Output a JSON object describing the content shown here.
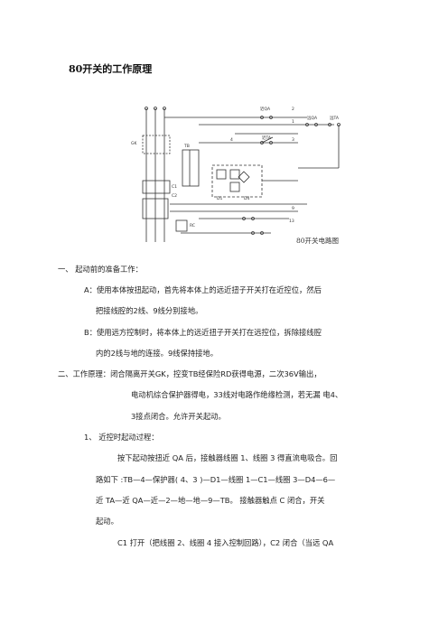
{
  "document": {
    "title": "80开关的工作原理",
    "diagram_caption": "80开关电路图",
    "diagram_labels": {
      "qa": "近QA",
      "ya": "远QA",
      "ta": "近TA",
      "ta2": "远TA",
      "gk": "GK",
      "tb": "TB",
      "rc": "RC",
      "n1": "1",
      "n2": "2",
      "n3": "3",
      "n4": "4",
      "n9": "9",
      "n13": "13",
      "c1": "C1",
      "c2": "C2",
      "d1": "D1",
      "d4": "D4"
    },
    "section1": {
      "heading": "一、 起动前的准备工作：",
      "a_line1": "A：使用本体按扭起动，首先将本体上的远近扭子开关打在近控位，然后",
      "a_line2": "把接线腔的2线、9线分别接地。",
      "b_line1": "B：使用远方控制时，将本体上的远近扭子开关打在远控位，拆除接线腔",
      "b_line2": "内的2线与地的连接。9线保持接地。"
    },
    "section2": {
      "line1": "二、工作原理：闭合隔离开关GK，控变TB经保险RD获得电源，二次36V输出，",
      "line2": "电动机综合保护器得电，33线对电路作绝缘检测，若无漏  电4、",
      "line3": "3接点闭合。允许开关起动。"
    },
    "sub1": {
      "heading": "1、 近控时起动过程：",
      "p_line1": "按下起动按扭近 QA 后，接触器线圈 1、线圈 3 得直流电吸合。回",
      "p_line2": "路如下 :TB—4—保护器( 4、3 )—D1—线圈 1—C1—线圈 3—D4—6—",
      "p_line3": "近 TA—近 QA—近—2—地—地—9—TB。 接触器触点 C 闭合，开关",
      "p_line4": "起动。",
      "p2_line1": "C1 打开（把线圈 2、线圈 4 接入控制回路），C2 闭合（当远 QA"
    }
  }
}
